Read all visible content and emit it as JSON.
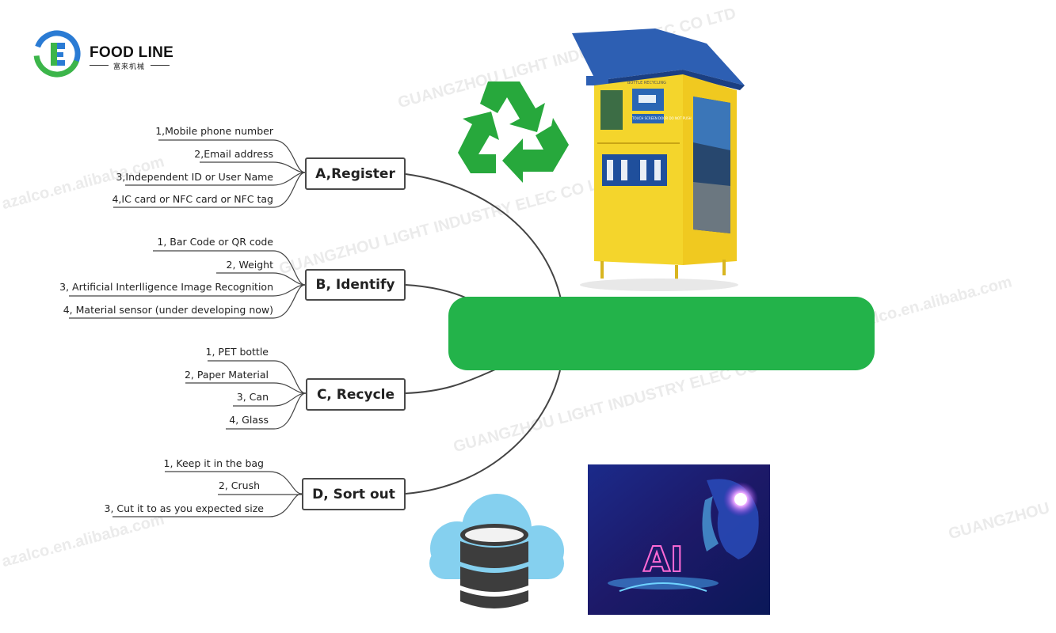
{
  "brand": {
    "name": "FOOD LINE",
    "subtitle": "富来机械"
  },
  "branches": [
    {
      "title": "A,Register",
      "items": [
        "1,Mobile phone number",
        "2,Email address",
        "3,Independent ID or User Name",
        "4,IC card or NFC card or NFC tag"
      ]
    },
    {
      "title": "B, Identify",
      "items": [
        "1, Bar Code or QR code",
        "2, Weight",
        "3, Artificial Interlligence Image Recognition",
        "4, Material sensor (under developing now)"
      ]
    },
    {
      "title": "C, Recycle",
      "items": [
        "1, PET bottle",
        "2, Paper Material",
        "3, Can",
        "4, Glass"
      ]
    },
    {
      "title": "D, Sort out",
      "items": [
        "1, Keep it in the bag",
        "2, Crush",
        "3, Cut it to as you expected size"
      ]
    }
  ],
  "machine": {
    "header": "BOTTLE RECYCLING",
    "panel_text": "TOUCH SCREEN DOOR DO NOT PUSH"
  },
  "ai_image": {
    "text": "AI"
  },
  "watermarks": [
    "GUANGZHOU LIGHT INDUSTRY ELEC CO LTD",
    "azalco.en.alibaba.com",
    "GUANGZHOU"
  ],
  "colors": {
    "center": "#23b34a",
    "recycle_green": "#27a83c",
    "cloud": "#85d0ef",
    "machine_yellow": "#f4d52c",
    "roof_blue": "#2d5fb3"
  }
}
